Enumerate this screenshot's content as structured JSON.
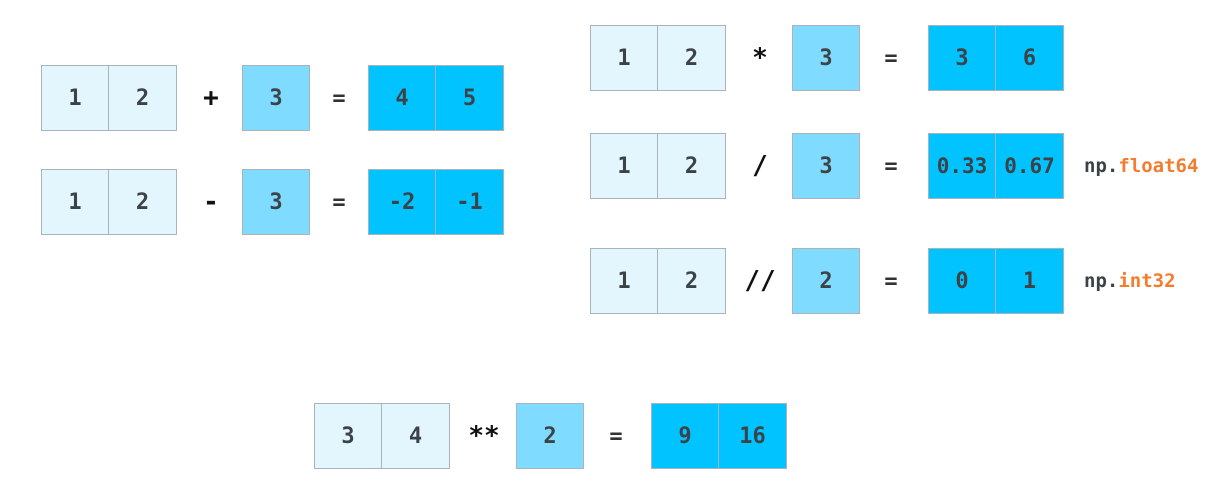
{
  "equations": [
    {
      "id": "add",
      "left": [
        "1",
        "2"
      ],
      "op": "+",
      "right": "3",
      "eq": "=",
      "result": [
        "4",
        "5"
      ]
    },
    {
      "id": "sub",
      "left": [
        "1",
        "2"
      ],
      "op": "-",
      "right": "3",
      "eq": "=",
      "result": [
        "-2",
        "-1"
      ]
    },
    {
      "id": "mul",
      "left": [
        "1",
        "2"
      ],
      "op": "*",
      "right": "3",
      "eq": "=",
      "result": [
        "3",
        "6"
      ]
    },
    {
      "id": "div",
      "left": [
        "1",
        "2"
      ],
      "op": "/",
      "right": "3",
      "eq": "=",
      "result": [
        "0.33",
        "0.67"
      ],
      "dtype_prefix": "np.",
      "dtype_name": "float64"
    },
    {
      "id": "floordiv",
      "left": [
        "1",
        "2"
      ],
      "op": "//",
      "right": "2",
      "eq": "=",
      "result": [
        "0",
        "1"
      ],
      "dtype_prefix": "np.",
      "dtype_name": "int32"
    },
    {
      "id": "pow",
      "left": [
        "3",
        "4"
      ],
      "op": "**",
      "right": "2",
      "eq": "=",
      "result": [
        "9",
        "16"
      ]
    }
  ],
  "colors": {
    "left_cell": "#e3f6fd",
    "scalar_cell": "#7fdbff",
    "result_cell": "#00c3ff",
    "dtype_keyword": "#f47c2c",
    "cell_text": "#3c4348"
  }
}
